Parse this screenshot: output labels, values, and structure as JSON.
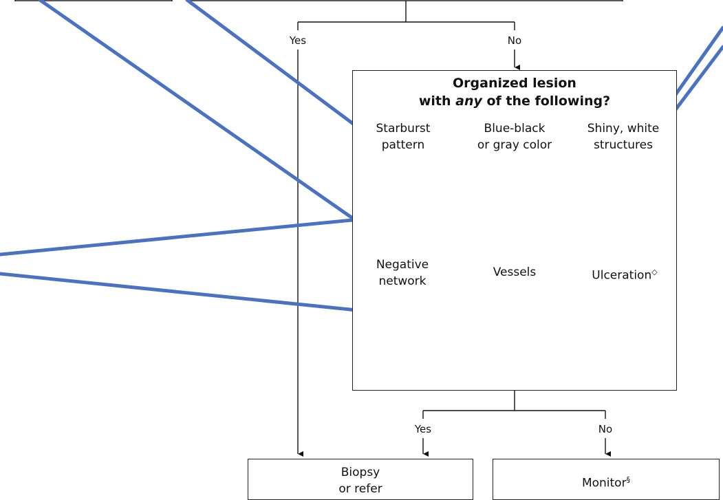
{
  "branch_top": {
    "yes": "Yes",
    "no": "No"
  },
  "criteria_box": {
    "title_line1": "Organized lesion",
    "title_line2_pre": "with ",
    "title_line2_em": "any",
    "title_line2_post": " of the following?",
    "features": [
      {
        "line1": "Starburst",
        "line2": "pattern",
        "icon": "starburst-icon"
      },
      {
        "line1": "Blue-black",
        "line2": "or gray color",
        "icon": "blue-black-icon"
      },
      {
        "line1": "Shiny, white",
        "line2": "structures",
        "icon": "shiny-white-icon"
      },
      {
        "line1": "Negative",
        "line2": "network",
        "icon": "negative-network-icon"
      },
      {
        "line1": "Vessels",
        "icon": "vessels-icon"
      },
      {
        "line1": "Ulceration",
        "mark": "◇",
        "icon": "ulceration-icon"
      }
    ]
  },
  "branch_bottom": {
    "yes": "Yes",
    "no": "No"
  },
  "outcomes": {
    "biopsy_line1": "Biopsy",
    "biopsy_line2": "or refer",
    "monitor": "Monitor",
    "monitor_mark": "§"
  },
  "colors": {
    "overlay_line": "#4a72c4",
    "vessel_red": "#e0141c",
    "network_brown": "#7a4a1c",
    "khaki": "#b4ad8a",
    "olive": "#8a8558",
    "blue_black": "#0d2238"
  }
}
